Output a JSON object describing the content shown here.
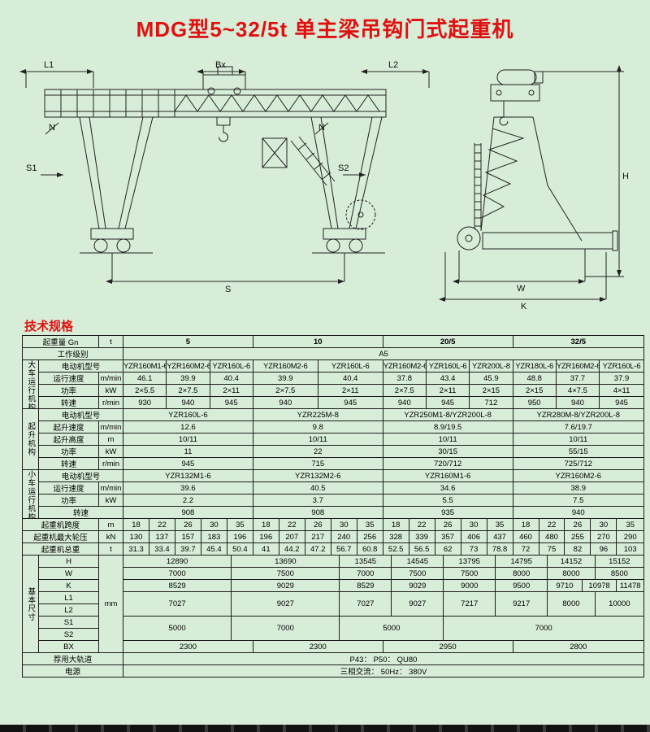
{
  "page": {
    "title": "MDG型5~32/5t 单主梁吊钩门式起重机",
    "spec_heading": "技术规格"
  },
  "drawing": {
    "dims": {
      "l1": "L1",
      "bx": "Bx",
      "l2": "L2",
      "s1": "S1",
      "s2": "S2",
      "s": "S",
      "h": "H",
      "w": "W",
      "k": "K",
      "n": "N"
    }
  },
  "table": {
    "cap": {
      "label": "起重量 Gn",
      "unit": "t",
      "values": [
        "5",
        "10",
        "20/5",
        "32/5"
      ]
    },
    "duty": {
      "label": "工作级别",
      "value": "A5"
    },
    "gantry": {
      "section": "大车运行机构",
      "model": {
        "label": "电动机型号",
        "v": [
          "YZR160M1-6",
          "YZR160M2-6",
          "YZR160L-6",
          "YZR160M2-6",
          "YZR160L-6",
          "YZR160M2-6",
          "YZR160L-6",
          "YZR200L-8",
          "YZR180L-6",
          "YZR160M2-6",
          "YZR160L-6"
        ]
      },
      "speed": {
        "label": "运行速度",
        "unit": "m/min",
        "v": [
          "46.1",
          "39.9",
          "40.4",
          "39.9",
          "40.4",
          "37.8",
          "43.4",
          "45.9",
          "48.8",
          "37.7",
          "37.9"
        ]
      },
      "power": {
        "label": "功率",
        "unit": "kW",
        "v": [
          "2×5.5",
          "2×7.5",
          "2×11",
          "2×7.5",
          "2×11",
          "2×7.5",
          "2×11",
          "2×15",
          "2×15",
          "4×7.5",
          "4×11"
        ]
      },
      "rpm": {
        "label": "转速",
        "unit": "r/min",
        "v": [
          "930",
          "940",
          "945",
          "940",
          "945",
          "940",
          "945",
          "712",
          "950",
          "940",
          "945"
        ]
      }
    },
    "hoist": {
      "section": "起升机构",
      "model": {
        "label": "电动机型号",
        "v": [
          "YZR160L-6",
          "YZR225M-8",
          "YZR250M1-8/YZR200L-8",
          "YZR280M-8/YZR200L-8"
        ]
      },
      "speed": {
        "label": "起升速度",
        "unit": "m/min",
        "v": [
          "12.6",
          "9.8",
          "8.9/19.5",
          "7.6/19.7"
        ]
      },
      "height": {
        "label": "起升高度",
        "unit": "m",
        "v": [
          "10/11",
          "10/11",
          "10/11",
          "10/11"
        ]
      },
      "power": {
        "label": "功率",
        "unit": "kW",
        "v": [
          "11",
          "22",
          "30/15",
          "55/15"
        ]
      },
      "rpm": {
        "label": "转速",
        "unit": "r/min",
        "v": [
          "945",
          "715",
          "720/712",
          "725/712"
        ]
      }
    },
    "trolley": {
      "section": "小车运行机构",
      "model": {
        "label": "电动机型号",
        "v": [
          "YZR132M1-6",
          "YZR132M2-6",
          "YZR160M1-6",
          "YZR160M2-6"
        ]
      },
      "speed": {
        "label": "运行速度",
        "unit": "m/min",
        "v": [
          "39.6",
          "40.5",
          "34.6",
          "38.9"
        ]
      },
      "power": {
        "label": "功率",
        "unit": "kW",
        "v": [
          "2.2",
          "3.7",
          "5.5",
          "7.5"
        ]
      },
      "rpm": {
        "label": "转速",
        "v": [
          "908",
          "908",
          "935",
          "940"
        ]
      }
    },
    "span": {
      "label": "起重机跨度",
      "unit": "m",
      "v": [
        "18",
        "22",
        "26",
        "30",
        "35",
        "18",
        "22",
        "26",
        "30",
        "35",
        "18",
        "22",
        "26",
        "30",
        "35",
        "18",
        "22",
        "26",
        "30",
        "35"
      ]
    },
    "wheel": {
      "label": "起重机最大轮压",
      "unit": "kN",
      "v": [
        "130",
        "137",
        "157",
        "183",
        "196",
        "196",
        "207",
        "217",
        "240",
        "256",
        "328",
        "339",
        "357",
        "406",
        "437",
        "460",
        "480",
        "255",
        "270",
        "290"
      ]
    },
    "weight": {
      "label": "起重机总重",
      "unit": "t",
      "v": [
        "31.3",
        "33.4",
        "39.7",
        "45.4",
        "50.4",
        "41",
        "44.2",
        "47.2",
        "56.7",
        "60.8",
        "52.5",
        "56.5",
        "62",
        "73",
        "78.8",
        "72",
        "75",
        "82",
        "96",
        "103"
      ]
    },
    "dims": {
      "section": "基本尺寸",
      "unit": "mm",
      "H": {
        "label": "H",
        "v": [
          "12890",
          "13690",
          "13545",
          "14545",
          "13795",
          "14795",
          "14152",
          "15152"
        ]
      },
      "W": {
        "label": "W",
        "v": [
          "7000",
          "7500",
          "7000",
          "7500",
          "7500",
          "8000",
          "8000",
          "8500"
        ]
      },
      "K": {
        "label": "K",
        "v": [
          "8529",
          "9029",
          "8529",
          "9029",
          "9000",
          "9500",
          "9710",
          "10978",
          "11478"
        ]
      },
      "L1": {
        "label": "L1"
      },
      "L2": {
        "label": "L2"
      },
      "L": {
        "v": [
          "7027",
          "9027",
          "7027",
          "9027",
          "7217",
          "9217",
          "8000",
          "10000"
        ]
      },
      "S1": {
        "label": "S1"
      },
      "S2": {
        "label": "S2"
      },
      "S": {
        "v": [
          "5000",
          "7000",
          "5000",
          "7000"
        ]
      },
      "BX": {
        "label": "BX",
        "v": [
          "2300",
          "2300",
          "2950",
          "2800"
        ]
      }
    },
    "rail": {
      "label": "荐用大轨道",
      "value": "P43：  P50：  QU80"
    },
    "power_supply": {
      "label": "电源",
      "value": "三相交流：  50Hz：  380V"
    }
  }
}
